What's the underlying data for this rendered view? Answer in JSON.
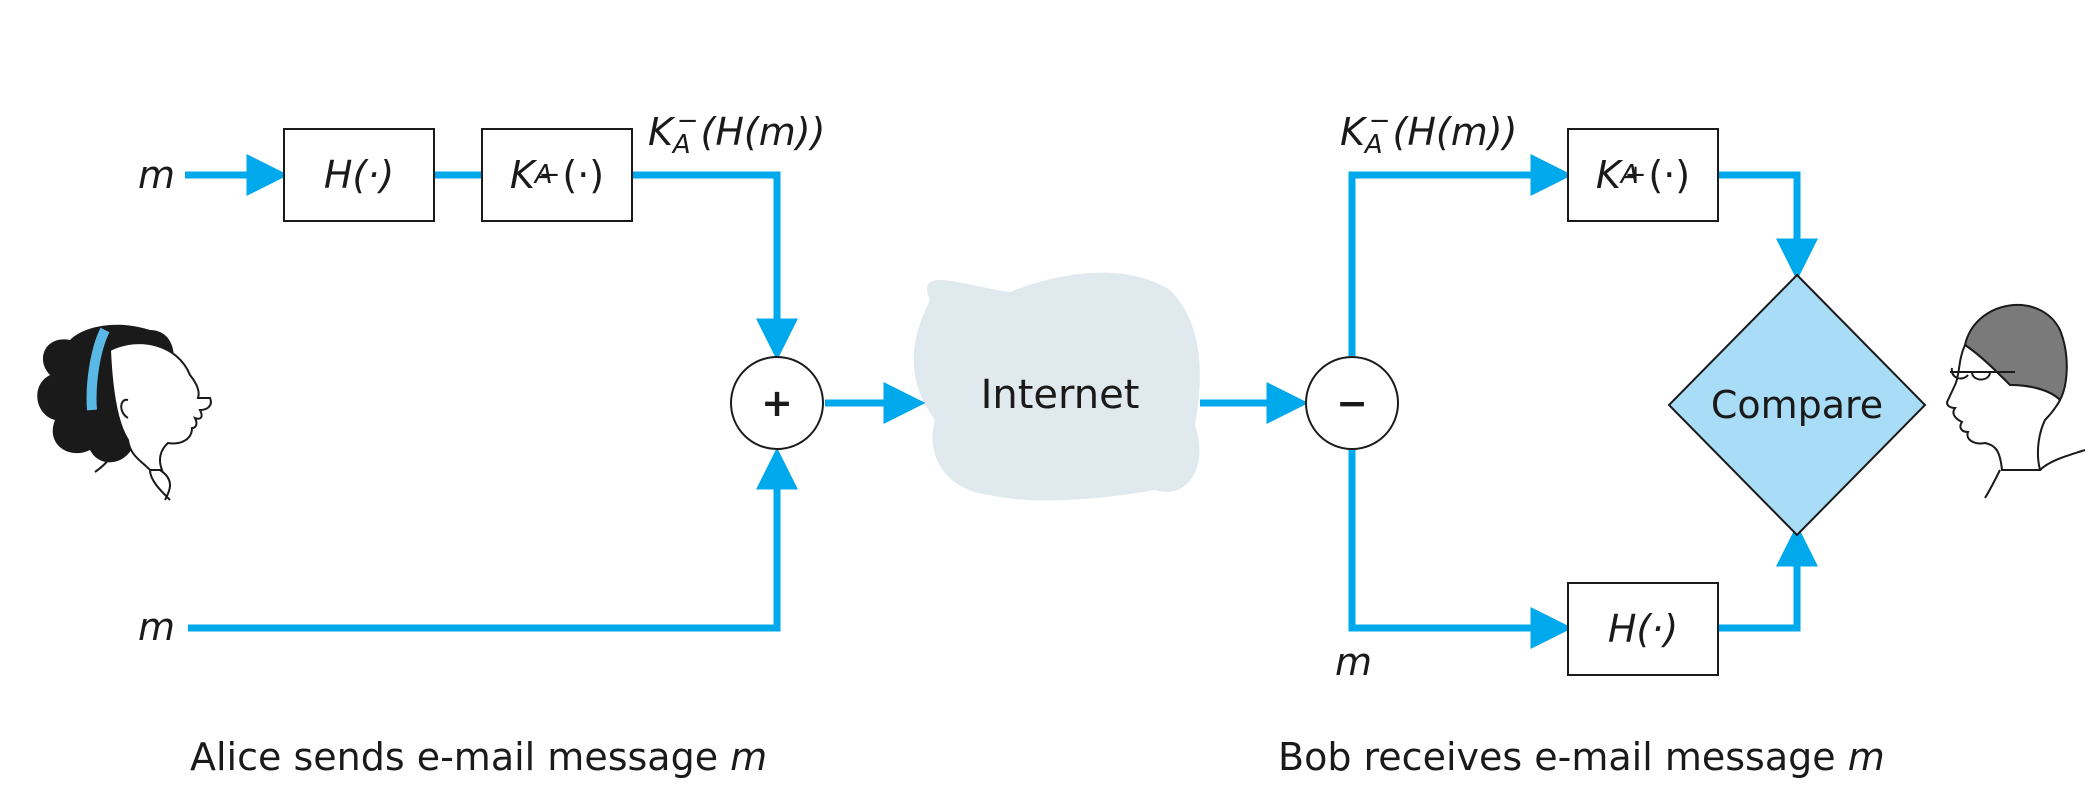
{
  "colors": {
    "arrow": "#00a8ec",
    "box_stroke": "#1a1a1a",
    "cloud": "#dfe9ee",
    "diamond": "#a9dcf6"
  },
  "alice": {
    "input_m_top": "m",
    "input_m_bottom": "m",
    "hash_box": "H(·)",
    "encrypt_box": {
      "K": "K",
      "sub": "A",
      "sup": "−",
      "arg": "(·)"
    },
    "signed_label": {
      "K": "K",
      "sub": "A",
      "sup": "−",
      "arg": "(H(m))"
    },
    "combine_op": "+",
    "caption_text": "Alice sends e-mail message ",
    "caption_var": "m"
  },
  "network": {
    "label": "Internet"
  },
  "bob": {
    "split_op": "−",
    "signed_label": {
      "K": "K",
      "sub": "A",
      "sup": "−",
      "arg": "(H(m))"
    },
    "decrypt_box": {
      "K": "K",
      "sub": "A",
      "sup": "+",
      "arg": "(·)"
    },
    "hash_box": "H(·)",
    "m_label": "m",
    "compare": "Compare",
    "caption_text": "Bob receives e-mail message ",
    "caption_var": "m"
  }
}
